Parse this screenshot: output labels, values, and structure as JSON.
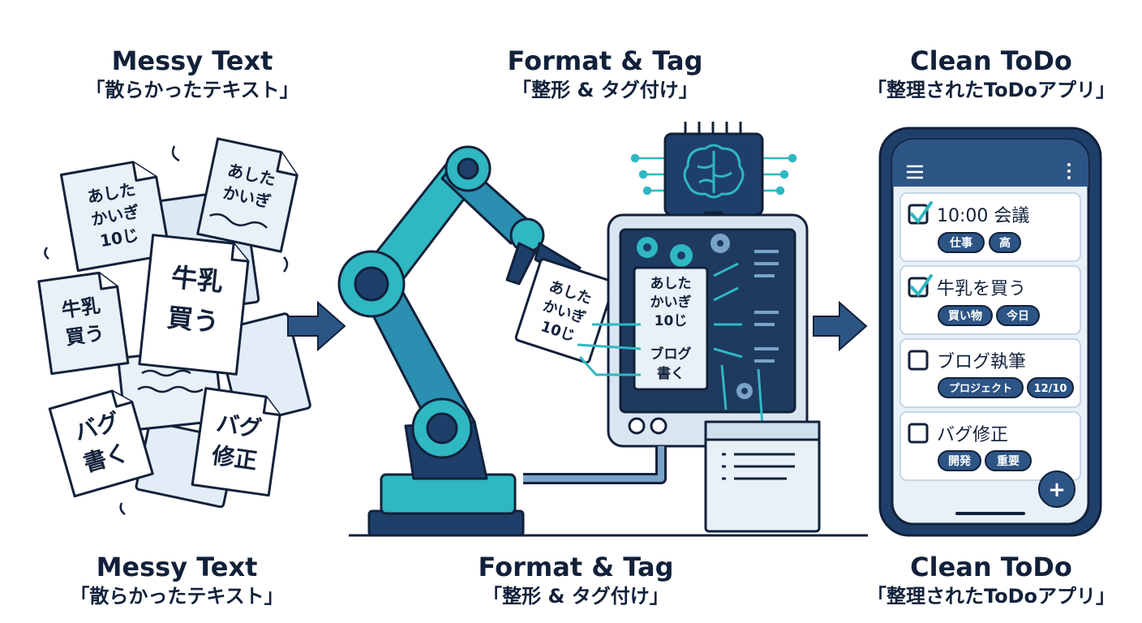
{
  "stages": [
    {
      "title": "Messy Text",
      "subtitle": "「散らかったテキスト」"
    },
    {
      "title": "Format & Tag",
      "subtitle": "「整形 & タグ付け」"
    },
    {
      "title": "Clean ToDo",
      "subtitle": "「整理されたToDoアプリ」"
    }
  ],
  "captions": [
    {
      "title": "Messy Text",
      "subtitle": "「散らかったテキスト」"
    },
    {
      "title": "Format & Tag",
      "subtitle": "「整形 & タグ付け」"
    },
    {
      "title": "Clean ToDo",
      "subtitle": "「整理されたToDoアプリ」"
    }
  ],
  "notes": {
    "note1": [
      "あした",
      "かいぎ",
      "10じ"
    ],
    "note2": [
      "あした",
      "かいぎ"
    ],
    "note3": [
      "牛乳",
      "買う"
    ],
    "note4": [
      "牛乳",
      "買う"
    ],
    "note5": [
      "バグ",
      "書く"
    ],
    "note6": [
      "バグ",
      "修正"
    ]
  },
  "robot_note": [
    "あした",
    "かいぎ",
    "10じ"
  ],
  "machine_card": [
    "あした",
    "かいぎ",
    "10じ",
    "ブログ",
    "書く"
  ],
  "todos": [
    {
      "label": "10:00 会議",
      "checked": true,
      "tags": [
        "仕事",
        "高"
      ]
    },
    {
      "label": "牛乳を買う",
      "checked": true,
      "tags": [
        "買い物",
        "今日"
      ]
    },
    {
      "label": "ブログ執筆",
      "checked": false,
      "tags": [
        "プロジェクト",
        "12/10"
      ]
    },
    {
      "label": "バグ修正",
      "checked": false,
      "tags": [
        "開発",
        "重要"
      ]
    }
  ],
  "fab_label": "+",
  "colors": {
    "navy": "#1f3f6b",
    "teal": "#2fb7c2",
    "paper": "#e8f0f8",
    "tag": "#2c5586",
    "screen": "#1e3a5f"
  },
  "icons": [
    "brain-icon",
    "gear-icon",
    "menu-icon",
    "more-icon",
    "checkbox-icon",
    "add-icon",
    "arrow-right-icon"
  ]
}
